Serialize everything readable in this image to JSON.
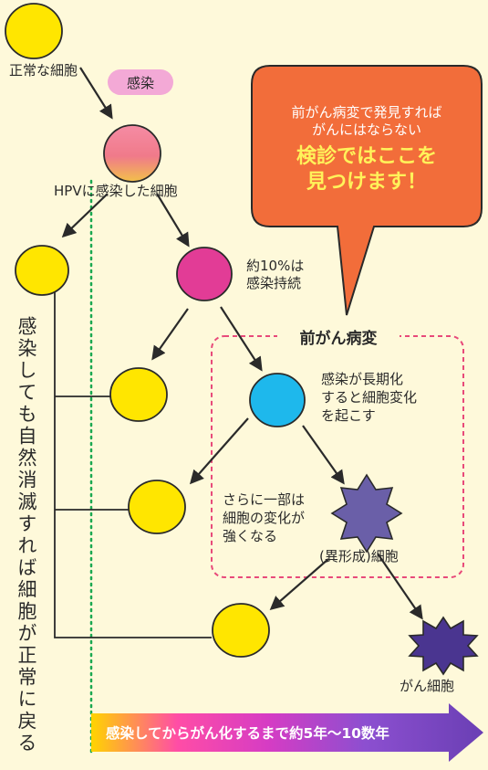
{
  "labels": {
    "normal_cell": "正常な細胞",
    "infection": "感染",
    "hpv_cell": "HPVに感染した細胞",
    "persist_1": "約10%は",
    "persist_2": "感染持続",
    "long_term_1": "感染が長期化",
    "long_term_2": "すると細胞変化",
    "long_term_3": "を起こす",
    "further_1": "さらに一部は",
    "further_2": "細胞の変化が",
    "further_3": "強くなる",
    "dysplasia": "(異形成)細胞",
    "cancer_cell": "がん細胞",
    "natural_disappear": "感染しても自然消滅すれば細胞が正常に戻る"
  },
  "callout": {
    "line1": "前がん病変で発見すれば",
    "line2": "がんにはならない",
    "line3": "検診ではここを",
    "line4": "見つけます！"
  },
  "box": {
    "title": "前がん病変"
  },
  "timeline": {
    "label": "感染してからがん化するまで約5年〜10数年"
  },
  "colors": {
    "background": "#fef9da",
    "normal_cell": "#ffe600",
    "infected_cell_top": "#f27a8f",
    "infected_cell_bottom": "#f2b640",
    "persist_cell": "#e23c96",
    "changed_cell": "#1eb8ec",
    "dysplasia_cell": "#6a5fa8",
    "cancer_cell": "#4a3590",
    "callout": "#f26d3a",
    "dashed_box": "#e84a7a",
    "dotted_line": "#1aa850"
  }
}
